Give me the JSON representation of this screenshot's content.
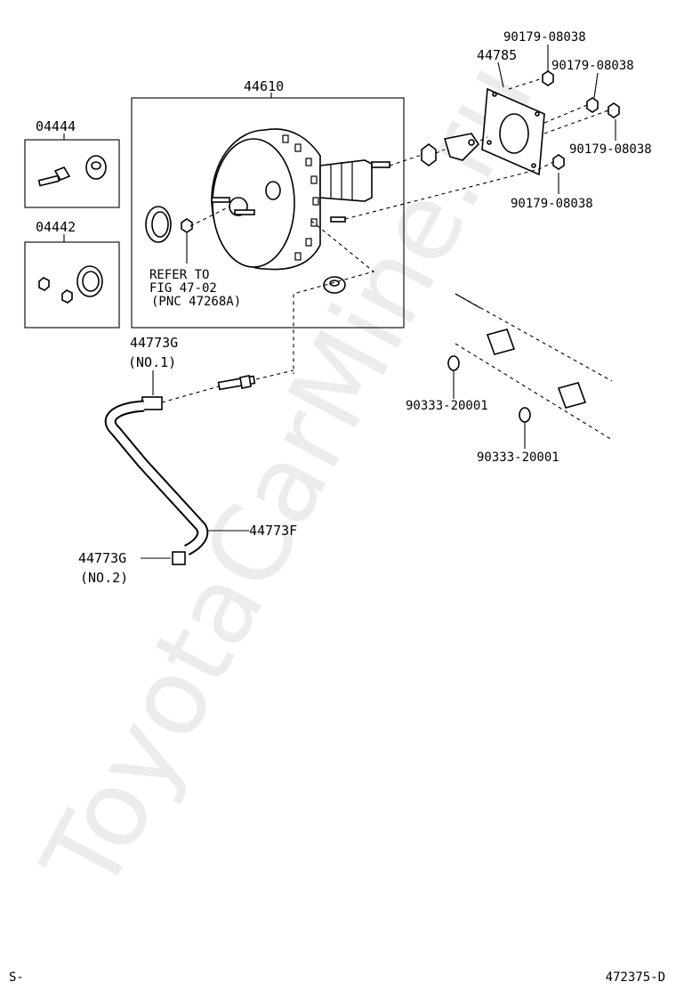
{
  "watermark": "ToyotaCarMine.ru",
  "labels": {
    "p44610": "44610",
    "p04444": "04444",
    "p04442": "04442",
    "p44785": "44785",
    "p90179_a": "90179-08038",
    "p90179_b": "90179-08038",
    "p90179_c": "90179-08038",
    "p90179_d": "90179-08038",
    "refer_line1": "REFER TO",
    "refer_line2": "FIG 47-02",
    "refer_line3": "(PNC 47268A)",
    "p44773g_1": "44773G",
    "p44773g_1_sub": "(NO.1)",
    "p44773f": "44773F",
    "p44773g_2": "44773G",
    "p44773g_2_sub": "(NO.2)",
    "p90333_a": "90333-20001",
    "p90333_b": "90333-20001"
  },
  "footer": {
    "left": "S-",
    "right": "472375-D"
  }
}
